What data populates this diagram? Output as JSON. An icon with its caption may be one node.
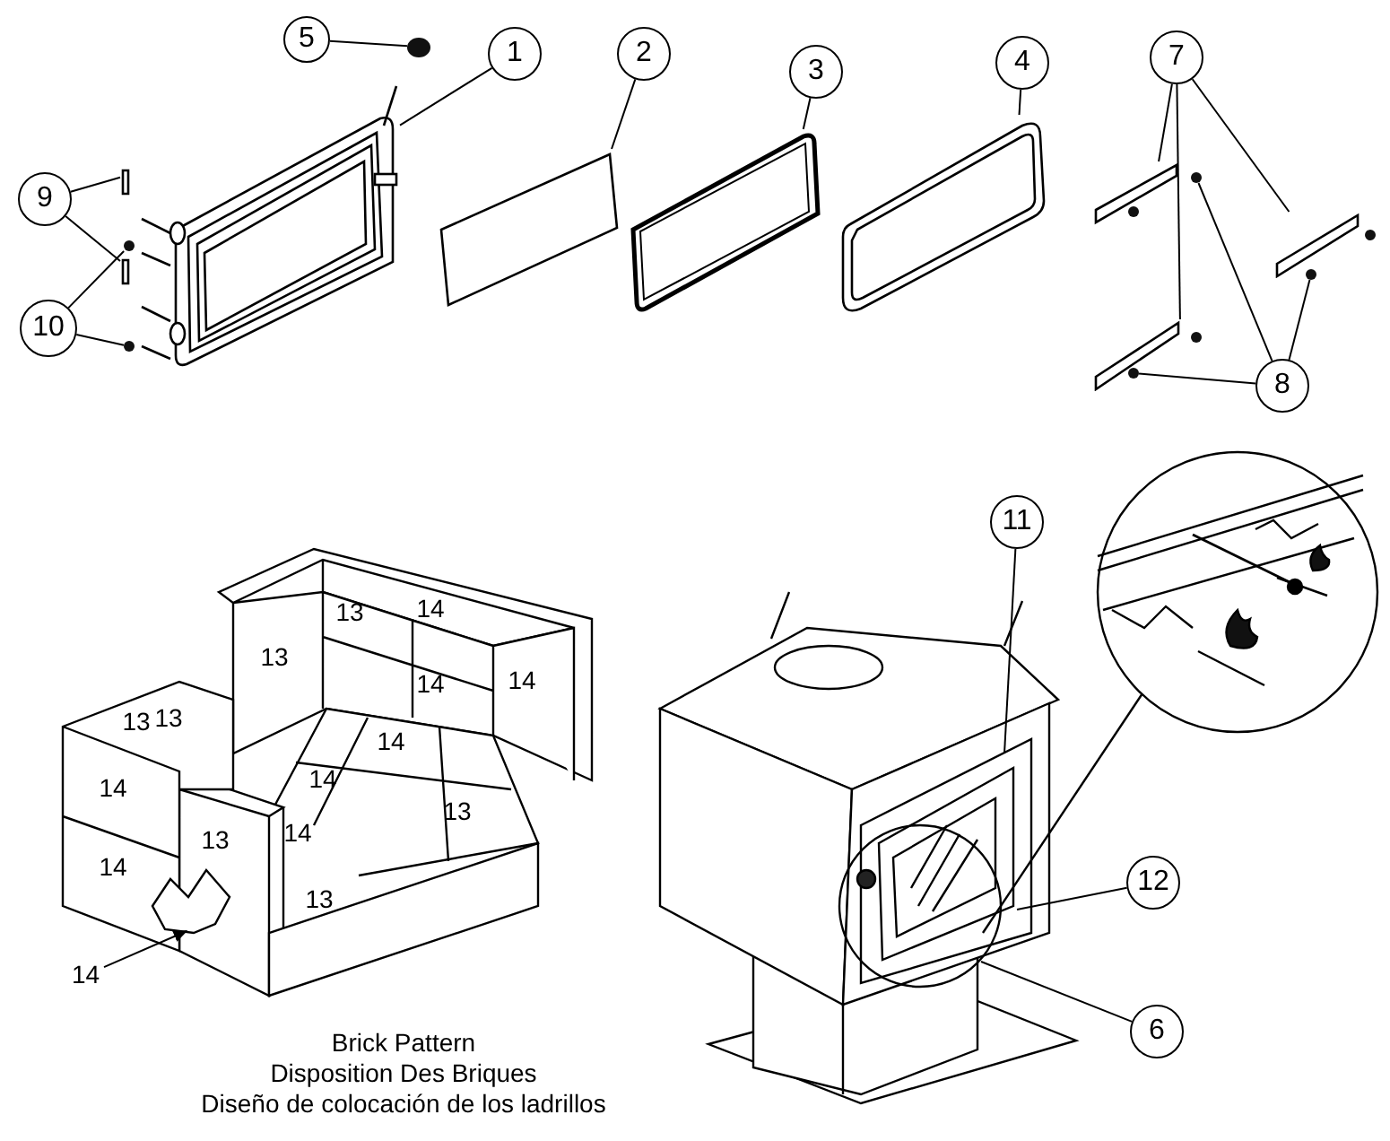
{
  "diagram": {
    "nodes": [
      {
        "text": [
          "5"
        ]
      },
      {
        "text": [],
        "shape": "circle"
      },
      {
        "text": [
          "1"
        ]
      },
      {
        "text": [],
        "shape": "picture"
      },
      {
        "text": [
          "2"
        ]
      },
      {
        "text": [],
        "shape": "box"
      },
      {
        "text": [
          "3"
        ]
      },
      {
        "text": [],
        "shape": "picture"
      },
      {
        "text": [
          "4"
        ]
      },
      {
        "text": [],
        "shape": "picture"
      },
      {
        "text": [
          "9"
        ]
      },
      {
        "text": [
          "10"
        ]
      },
      {
        "text": [
          "7"
        ]
      },
      {
        "text": [
          "8"
        ]
      },
      {
        "text": [
          "11"
        ]
      },
      {
        "text": [
          "12"
        ]
      },
      {
        "text": [
          "6"
        ]
      },
      {
        "text": [
          "14"
        ]
      },
      {
        "text": [],
        "shape": "bar"
      },
      {
        "text": [],
        "shape": "bar"
      },
      {
        "text": [],
        "shape": "bar"
      },
      {
        "text": [],
        "shape": "circle"
      },
      {
        "text": [],
        "shape": "circle"
      },
      {
        "text": [],
        "shape": "circle"
      },
      {
        "text": [],
        "shape": "circle"
      },
      {
        "text": [],
        "shape": "circle"
      },
      {
        "text": [],
        "shape": "circle"
      },
      {
        "text": [],
        "shape": "bar"
      },
      {
        "text": [],
        "shape": "circle"
      },
      {
        "text": [],
        "shape": "bar"
      },
      {
        "text": [],
        "shape": "circle"
      }
    ],
    "edges": [
      {
        "from": 0,
        "to": 1,
        "arrow": "none"
      },
      {
        "from": 2,
        "to": 3,
        "arrow": "none"
      },
      {
        "from": 4,
        "to": 5,
        "arrow": "none"
      },
      {
        "from": 6,
        "to": 7,
        "arrow": "none"
      },
      {
        "from": 8,
        "to": 9,
        "arrow": "none"
      },
      {
        "from": 10,
        "to": 27,
        "arrow": "none"
      },
      {
        "from": 10,
        "to": 29,
        "arrow": "none"
      },
      {
        "from": 11,
        "to": 28,
        "arrow": "none"
      },
      {
        "from": 11,
        "to": 30,
        "arrow": "none"
      },
      {
        "from": 12,
        "to": 18,
        "arrow": "none"
      },
      {
        "from": 12,
        "to": 20,
        "arrow": "none"
      },
      {
        "from": 12,
        "to": 19,
        "arrow": "none"
      },
      {
        "from": 13,
        "to": 21,
        "arrow": "none"
      },
      {
        "from": 13,
        "to": 24,
        "arrow": "none"
      },
      {
        "from": 13,
        "to": 26,
        "arrow": "none"
      },
      {
        "from": 14,
        "to": null,
        "arrow": "none"
      },
      {
        "from": 15,
        "to": null,
        "arrow": "none"
      },
      {
        "from": 16,
        "to": null,
        "arrow": "none"
      },
      {
        "from": 17,
        "to": null,
        "arrow": "to"
      }
    ],
    "labels": [
      "14",
      "13",
      "14",
      "13",
      "14",
      "13",
      "13",
      "14",
      "14",
      "14",
      "14",
      "13",
      "13",
      "14",
      "13",
      "Brick Pattern",
      "Disposition Des Briques",
      "Diseño de colocación de los ladrillos"
    ]
  }
}
